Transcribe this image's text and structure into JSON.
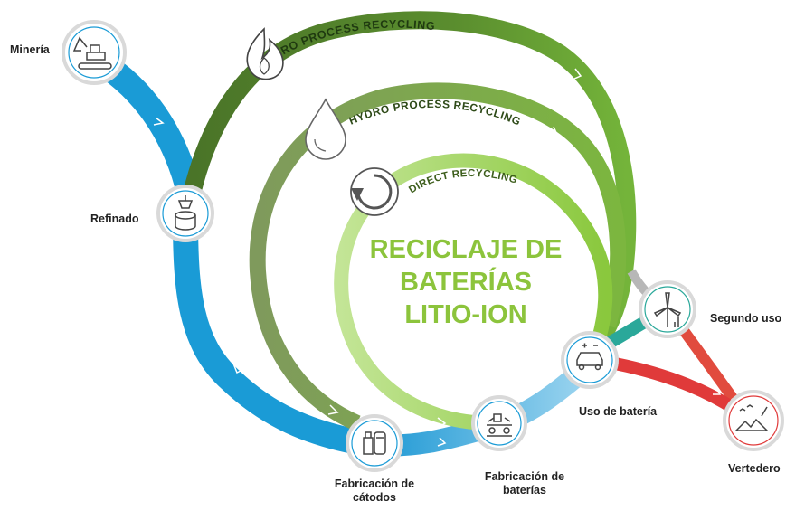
{
  "title": {
    "line1": "RECICLAJE DE",
    "line2": "BATERÍAS",
    "line3": "LITIO-ION"
  },
  "recycling_paths": {
    "pyro": "PYRO PROCESS RECYCLING",
    "hydro": "HYDRO PROCESS RECYCLING",
    "direct": "DIRECT RECYCLING"
  },
  "nodes": {
    "mining": "Minería",
    "refining": "Refinado",
    "cathode_line1": "Fabricación de",
    "cathode_line2": "cátodos",
    "battery_mfg_line1": "Fabricación de",
    "battery_mfg_line2": "baterías",
    "battery_use": "Uso de batería",
    "second_use": "Segundo uso",
    "landfill": "Vertedero"
  },
  "icons": {
    "mining": "excavator-icon",
    "refining": "refinery-bucket-icon",
    "cathode": "factory-tank-icon",
    "battery_mfg": "conveyor-icon",
    "battery_use": "electric-car-icon",
    "second_use": "wind-turbine-icon",
    "landfill": "landfill-icon",
    "pyro": "flame-icon",
    "hydro": "water-drop-icon",
    "direct": "circular-arrow-icon"
  },
  "colors": {
    "supply_chain": "#1a9bd6",
    "supply_chain_light": "#8fd0ef",
    "pyro": "#4f7b2d",
    "hydro": "#809c5b",
    "direct": "#a5d46d",
    "direct_inner": "#c3e596",
    "title": "#8cc43c",
    "second_use": "#2aa89a",
    "landfill": "#e03a3a"
  }
}
